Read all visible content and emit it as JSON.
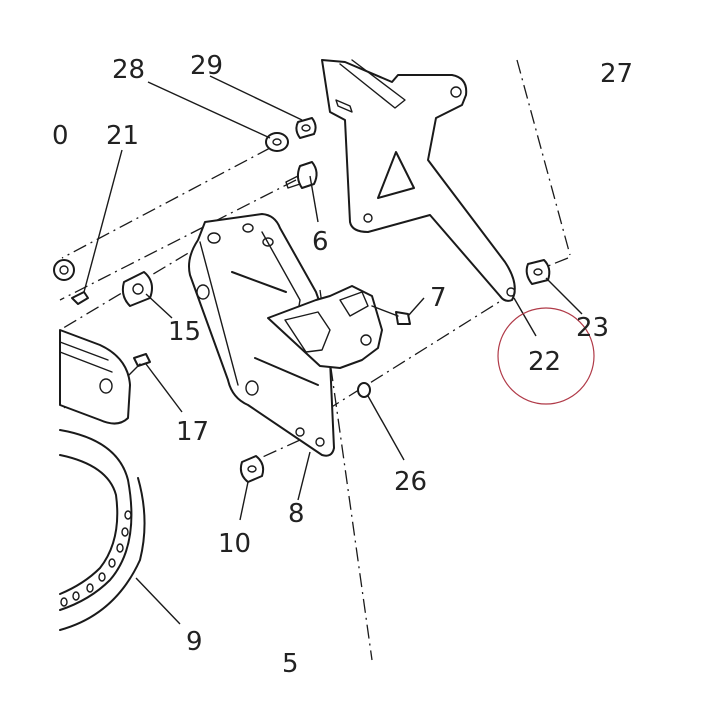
{
  "labels": {
    "l28": "28",
    "l29": "29",
    "l27": "27",
    "l21": "21",
    "l0": "0",
    "l6": "6",
    "l7": "7",
    "l15": "15",
    "l23": "23",
    "l22": "22",
    "l17": "17",
    "l26": "26",
    "l8": "8",
    "l10": "10",
    "l9": "9",
    "l5": "5"
  },
  "colors": {
    "line": "#1a1a1a",
    "highlight_circle": "#b03a48"
  }
}
